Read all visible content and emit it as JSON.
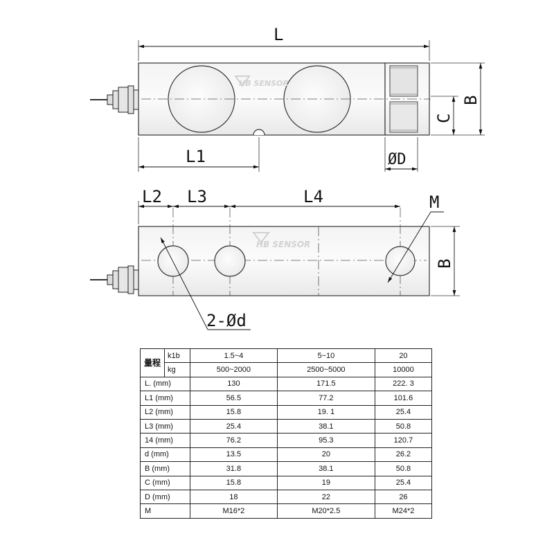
{
  "drawing": {
    "labels": {
      "L": "L",
      "L1": "L1",
      "B_top": "B",
      "C": "C",
      "D": "ØD",
      "L2": "L2",
      "L3": "L3",
      "L4": "L4",
      "M": "M",
      "B_bottom": "B",
      "holes": "2-Ød"
    },
    "watermark": "HB SENSOR"
  },
  "table": {
    "group_label": "量程",
    "header_rows": [
      {
        "unit": "k1b",
        "values": [
          "1.5~4",
          "5~10",
          "20"
        ]
      },
      {
        "unit": "kg",
        "values": [
          "500~2000",
          "2500~5000",
          "10000"
        ]
      }
    ],
    "rows": [
      {
        "label": "L. (mm)",
        "values": [
          "130",
          "171.5",
          "222. 3"
        ]
      },
      {
        "label": "L1 (mm)",
        "values": [
          "56.5",
          "77.2",
          "101.6"
        ]
      },
      {
        "label": "L2 (mm)",
        "values": [
          "15.8",
          "19. 1",
          "25.4"
        ]
      },
      {
        "label": "L3 (mm)",
        "values": [
          "25.4",
          "38.1",
          "50.8"
        ]
      },
      {
        "label": "14 (mm)",
        "values": [
          "76.2",
          "95.3",
          "120.7"
        ]
      },
      {
        "label": "d (mm)",
        "values": [
          "13.5",
          "20",
          "26.2"
        ]
      },
      {
        "label": "B (mm)",
        "values": [
          "31.8",
          "38.1",
          "50.8"
        ]
      },
      {
        "label": "C (mm)",
        "values": [
          "15.8",
          "19",
          "25.4"
        ]
      },
      {
        "label": "D (mm)",
        "values": [
          "18",
          "22",
          "26"
        ]
      },
      {
        "label": "M",
        "values": [
          "M16*2",
          "M20*2.5",
          "M24*2"
        ]
      }
    ]
  }
}
